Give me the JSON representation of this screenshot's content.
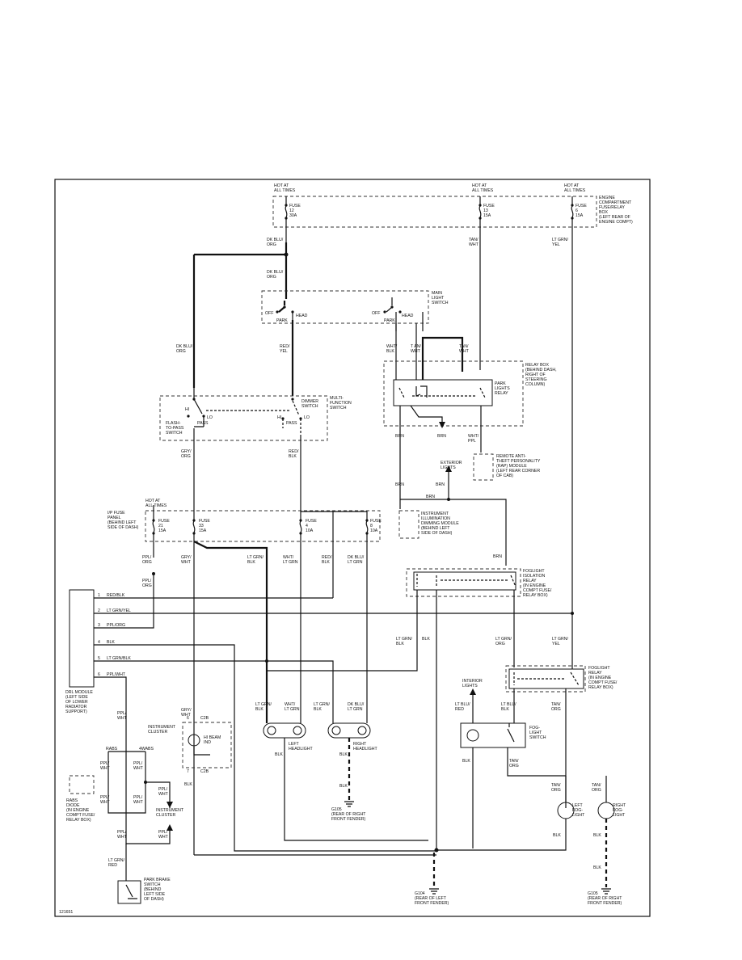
{
  "figure_id": "121651",
  "labels": {
    "hot_top1": [
      "HOT AT",
      "ALL TIMES"
    ],
    "hot_top2": [
      "HOT AT",
      "ALL TIMES"
    ],
    "hot_top3": [
      "HOT AT",
      "ALL TIMES"
    ],
    "fuse12": [
      "FUSE",
      "12",
      "30A"
    ],
    "fuse13": [
      "FUSE",
      "13",
      "15A"
    ],
    "fuse6": [
      "FUSE",
      "6",
      "15A"
    ],
    "engine_box": [
      "ENGINE",
      "COMPARTMENT",
      "FUSE/RELAY",
      "BOX",
      "(LEFT REAR OF",
      "ENGINE COMPT)"
    ],
    "w_dkblu_org_top": [
      "DK BLU/",
      "ORG"
    ],
    "w_tan_wht_top": [
      "TAN/",
      "WHT"
    ],
    "w_ltgrn_yel_top": [
      "LT GRN/",
      "YEL"
    ],
    "w_dkblu_org_2": [
      "DK BLU/",
      "ORG"
    ],
    "main_light": [
      "MAIN",
      "LIGHT",
      "SWITCH"
    ],
    "off1": "OFF",
    "park1": "PARK",
    "head1": "HEAD",
    "off2": "OFF",
    "park2": "PARK",
    "head2": "HEAD",
    "w_dkblu_org_left": [
      "DK BLU/",
      "ORG"
    ],
    "w_red_yel": [
      "RED/",
      "YEL"
    ],
    "w_wht_blk": [
      "WHT/",
      "BLK"
    ],
    "w_tan_wht_mid": [
      "T AN/",
      "WHT"
    ],
    "w_tan_wht_r": [
      "TAN/",
      "WHT"
    ],
    "relay_box": [
      "RELAY BOX",
      "(BEHIND DASH,",
      "RIGHT OF",
      "STEERING",
      "COLUMN)"
    ],
    "park_relay": [
      "PARK",
      "LIGHTS",
      "RELAY"
    ],
    "multi_function": [
      "MULTI-",
      "FUNCTION",
      "SWITCH"
    ],
    "dimmer": [
      "DIMMER",
      "SWITCH"
    ],
    "hi1": "HI",
    "lo1": "LO",
    "pass1": "PASS",
    "hi2": "HI",
    "lo2": "LO",
    "pass2": "PASS",
    "flash_pass": [
      "FLASH-",
      "TO-PASS",
      "SWITCH"
    ],
    "w_brn1": "BRN",
    "w_brn2": "BRN",
    "w_wht_ppl": [
      "WHT/",
      "PPL"
    ],
    "raf_module": [
      "REMOTE ANTI-",
      "THEFT PERSONALITY",
      "(RAP) MODULE",
      "(LEFT REAR CORNER",
      "OF CAB)"
    ],
    "w_gry_org": [
      "GRY/",
      "ORG"
    ],
    "w_red_blk": [
      "RED/",
      "BLK"
    ],
    "exterior_lights": [
      "EXTERIOR",
      "LIGHTS"
    ],
    "w_brn3": "BRN",
    "w_brn4": "BRN",
    "w_brn5": "BRN",
    "w_brn6": "BRN",
    "instrument_dimming": [
      "INSTRUMENT",
      "ILLUMINATION",
      "DIMMING MODULE",
      "(BEHIND LEFT",
      "SIDE OF DASH)"
    ],
    "hot_ip": [
      "HOT AT",
      "ALL TIMES"
    ],
    "ip_fuse_panel": [
      "I/P FUSE",
      "PANEL",
      "(BEHIND LEFT",
      "SIDE OF DASH)"
    ],
    "fuse21": [
      "FUSE",
      "21",
      "15A"
    ],
    "fuse33": [
      "FUSE",
      "33",
      "15A"
    ],
    "fuse4": [
      "FUSE",
      "4",
      "10A"
    ],
    "fuse8": [
      "FUSE",
      "8",
      "10A"
    ],
    "w_ppl_org": [
      "PPL/",
      "ORG"
    ],
    "w_gry_wht": [
      "GRY/",
      "WHT"
    ],
    "w_ltgrn_blk_a": [
      "LT GRN/",
      "BLK"
    ],
    "w_wht_ltgrn_a": [
      "WHT/",
      "LT GRN"
    ],
    "w_red_blk_a": [
      "RED/",
      "BLK"
    ],
    "w_dkblu_ltgrn_a": [
      "DK BLU/",
      "LT GRN"
    ],
    "w_ppl_org_2": [
      "PPL/",
      "ORG"
    ],
    "foglight_iso": [
      "FOGLIGHT",
      "ISOLATION",
      "RELAY",
      "(IN ENGINE",
      "COMPT FUSE/",
      "RELAY BOX)"
    ],
    "drl_pins": [
      "RED/BLK",
      "LT GRN/YEL",
      "PPL/ORG",
      "BLK",
      "LT GRN/BLK",
      "PPL/WHT"
    ],
    "drl_nums": [
      "1",
      "2",
      "3",
      "4",
      "5",
      "6"
    ],
    "drl_module": [
      "DRL MODULE",
      "(LEFT SIDE",
      "OF LOWER",
      "RADIATOR",
      "SUPPORT)"
    ],
    "w_ltgrn_blk_b": [
      "LT GRN/",
      "BLK"
    ],
    "w_blk_b": "BLK",
    "w_ltgrn_org": [
      "LT GRN/",
      "ORG"
    ],
    "w_ltgrn_yel_b": [
      "LT GRN/",
      "YEL"
    ],
    "foglight_relay": [
      "FOGLIGHT",
      "RELAY",
      "(IN ENGINE",
      "COMPT FUSE/",
      "RELAY BOX)"
    ],
    "interior_lights": [
      "INTERIOR",
      "LIGHTS"
    ],
    "w_gry_wht_b": [
      "GRY/",
      "WHT"
    ],
    "c6_c2": "C2B",
    "c7_c2": "C2B",
    "pin6": "6",
    "pin7": "7",
    "instrument_cluster": [
      "INSTRUMENT",
      "CLUSTER"
    ],
    "hibeam": [
      "HI BEAM",
      "IND"
    ],
    "w_ltgrn_blk_c": [
      "LT GRN/",
      "BLK"
    ],
    "w_wht_ltgrn_c": [
      "WHT/",
      "LT GRN"
    ],
    "w_ltgrn_blk_d": [
      "LT GRN/",
      "BLK"
    ],
    "w_dkblu_ltgrn_d": [
      "DK BLU/",
      "LT GRN"
    ],
    "left_headlight": [
      "LEFT",
      "HEADLIGHT"
    ],
    "right_headlight": [
      "RIGHT",
      "HEADLIGHT"
    ],
    "w_ltblu_red": [
      "LT BLU/",
      "RED"
    ],
    "w_ltblu_blk": [
      "LT BLU/",
      "BLK"
    ],
    "w_tan_org_1": [
      "TAN/",
      "ORG"
    ],
    "fog_switch": [
      "FOG-",
      "LIGHT",
      "SWITCH"
    ],
    "w_tan_org_2": [
      "TAN/",
      "ORG"
    ],
    "w_ppl_wht_1": [
      "PPL/",
      "WHT"
    ],
    "rabs": "RABS",
    "four_wabs": "4WABS",
    "w_ppl_wht_2": [
      "PPL/",
      "WHT"
    ],
    "w_ppl_wht_3": [
      "PPL/",
      "WHT"
    ],
    "w_blk_c": "BLK",
    "w_blk_d": "BLK",
    "w_blk_e": "BLK",
    "w_blk_f": "BLK",
    "w_ppl_wht_4": [
      "PPL/",
      "WHT"
    ],
    "w_ppl_wht_5": [
      "PPL/",
      "WHT"
    ],
    "w_ppl_wht_6": [
      "PPL/",
      "WHT"
    ],
    "rabs_diode": [
      "RABS",
      "DIODE",
      "(IN ENGINE",
      "COMPT FUSE/",
      "RELAY BOX)"
    ],
    "instrument_cluster_2": [
      "INSTRUMENT",
      "CLUSTER"
    ],
    "w_ppl_wht_7": [
      "PPL/",
      "WHT"
    ],
    "w_tan_org_3": [
      "TAN/",
      "ORG"
    ],
    "w_tan_org_4": [
      "TAN/",
      "ORG"
    ],
    "left_fog": [
      "LEFT",
      "FOG-",
      "LIGHT"
    ],
    "right_fog": [
      "RIGHT",
      "FOG-",
      "LIGHT"
    ],
    "g105_mid": [
      "G105",
      "(REAR OF RIGHT",
      "FRONT FENDER)"
    ],
    "w_blk_g": "BLK",
    "w_blk_h": "BLK",
    "w_blk_i": "BLK",
    "w_blk_j": "BLK",
    "w_ppl_wht_8": [
      "PPL/",
      "WHT"
    ],
    "w_ltgrn_red": [
      "LT GRN/",
      "RED"
    ],
    "park_brake": [
      "PARK BRAKE",
      "SWITCH",
      "(BEHIND",
      "LEFT SIDE",
      "OF DASH)"
    ],
    "g104": [
      "G104",
      "(REAR OF LEFT",
      "FRONT FENDER)"
    ],
    "g105": [
      "G105",
      "(REAR OF RIGHT",
      "FRONT FENDER)"
    ]
  }
}
